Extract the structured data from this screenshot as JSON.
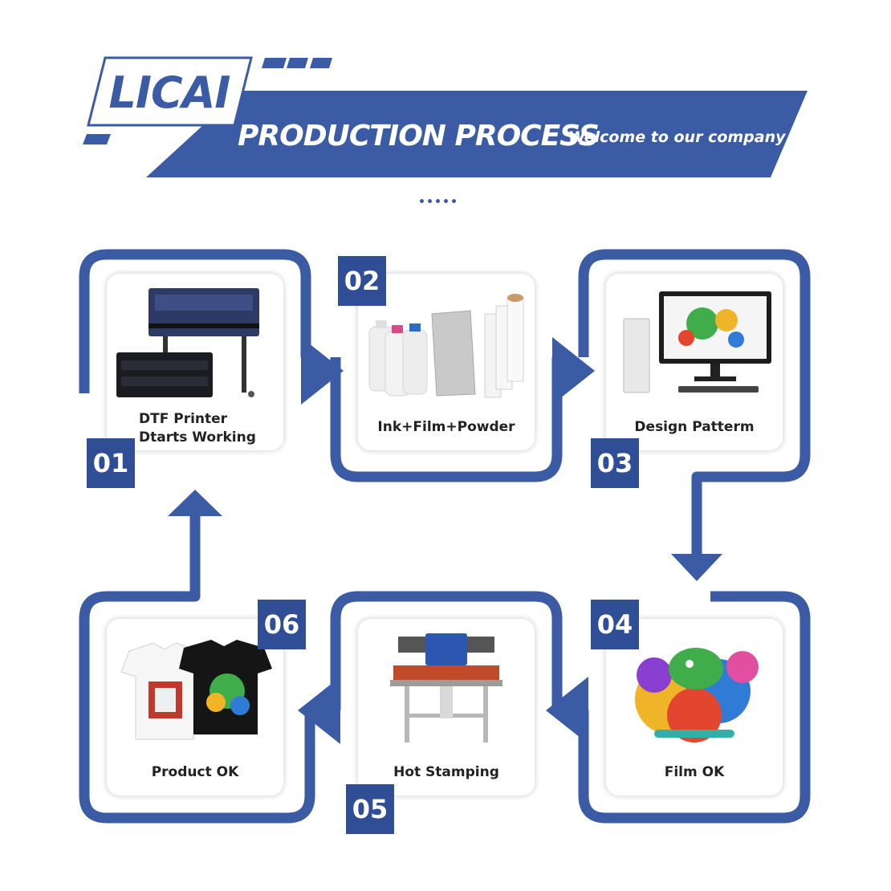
{
  "header": {
    "brand": "LICAI",
    "title": "PRODUCTION PROCESS",
    "subtitle": "Welcome to our company"
  },
  "colors": {
    "primary": "#3b5ba5",
    "badge": "#2f4e96",
    "card": "#ffffff"
  },
  "steps": [
    {
      "number": "01",
      "label_lines": [
        "DTF Printer",
        "Dtarts Working"
      ],
      "icon": "dtf-printer-image"
    },
    {
      "number": "02",
      "label_lines": [
        "Ink+Film+Powder"
      ],
      "icon": "ink-film-powder-image"
    },
    {
      "number": "03",
      "label_lines": [
        "Design Patterm"
      ],
      "icon": "computer-design-image"
    },
    {
      "number": "04",
      "label_lines": [
        "Film OK"
      ],
      "icon": "printed-film-image"
    },
    {
      "number": "05",
      "label_lines": [
        "Hot Stamping"
      ],
      "icon": "heat-press-image"
    },
    {
      "number": "06",
      "label_lines": [
        "Product OK"
      ],
      "icon": "tshirts-image"
    }
  ]
}
